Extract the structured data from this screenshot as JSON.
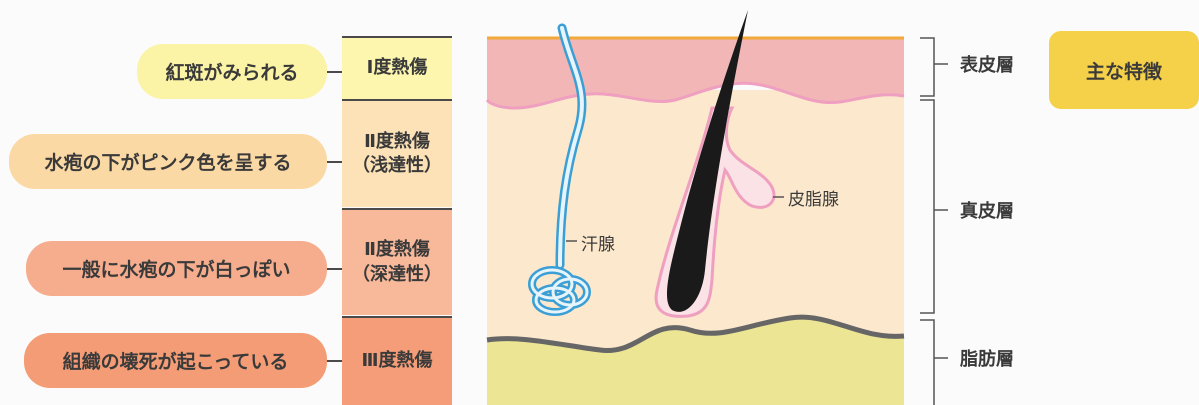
{
  "colors": {
    "pill_1": "#fbf3a6",
    "pill_2": "#fbd9a4",
    "pill_3": "#f6ad8e",
    "pill_4": "#f39c76",
    "degree_1": "#fdf6ae",
    "degree_2": "#fce2b6",
    "degree_3": "#f8b99a",
    "degree_4": "#f49d78",
    "epidermis": "#f2b6b6",
    "dermis": "#fce8cc",
    "fat": "#ece594",
    "feature_box": "#f5d049"
  },
  "symptoms": [
    "紅斑がみられる",
    "水疱の下がピンク色を呈する",
    "一般に水疱の下が白っぽい",
    "組織の壊死が起こっている"
  ],
  "degrees": [
    {
      "line1": "Ⅰ度熱傷",
      "line2": ""
    },
    {
      "line1": "Ⅱ度熱傷",
      "line2": "（浅達性）"
    },
    {
      "line1": "Ⅱ度熱傷",
      "line2": "（深達性）"
    },
    {
      "line1": "Ⅲ度熱傷",
      "line2": ""
    }
  ],
  "structures": {
    "sebaceous_gland": "皮脂腺",
    "sweat_gland": "汗腺"
  },
  "layers": {
    "epidermis": "表皮層",
    "dermis": "真皮層",
    "subcutaneous": "脂肪層"
  },
  "feature_label": "主な特徴"
}
